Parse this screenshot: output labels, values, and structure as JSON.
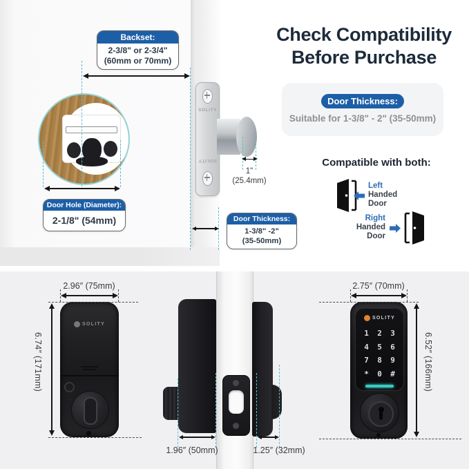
{
  "brand": "SOLITY",
  "title": {
    "line1": "Check Compatibility",
    "line2": "Before Purchase"
  },
  "thickness_card": {
    "badge": "Door Thickness:",
    "text": "Suitable for 1-3/8\" - 2\" (35-50mm)"
  },
  "compatibility": {
    "heading": "Compatible with both:",
    "left": {
      "l1": "Left",
      "l2": "Handed",
      "l3": "Door"
    },
    "right": {
      "l1": "Right",
      "l2": "Handed",
      "l3": "Door"
    }
  },
  "backset": {
    "label": "Backset:",
    "l1": "2-3/8\" or 2-3/4\"",
    "l2": "(60mm or 70mm)"
  },
  "door_hole": {
    "label": "Door Hole (Diameter):",
    "value": "2-1/8\" (54mm)"
  },
  "door_thickness": {
    "label": "Door Thickness:",
    "l1": "1-3/8\" -2\"",
    "l2": "(35-50mm)"
  },
  "bolt_dim": {
    "l1": "1\"",
    "l2": "(25.4mm)"
  },
  "dims": {
    "interior_w": "2.96″ (75mm)",
    "interior_h": "6.74″ (171mm)",
    "side_interior": "1.96″ (50mm)",
    "side_exterior": "1.25″ (32mm)",
    "exterior_w": "2.75″ (70mm)",
    "exterior_h": "6.52″ (166mm)"
  },
  "keys": [
    "1",
    "2",
    "3",
    "4",
    "5",
    "6",
    "7",
    "8",
    "9",
    "*",
    "0",
    "#"
  ],
  "colors": {
    "badge_blue": "#1d5fa7",
    "accent_blue": "#2e6db4",
    "teal_dash": "#57bfcb",
    "light_bar": "#3cc9c0",
    "wood": "#b0884f"
  }
}
